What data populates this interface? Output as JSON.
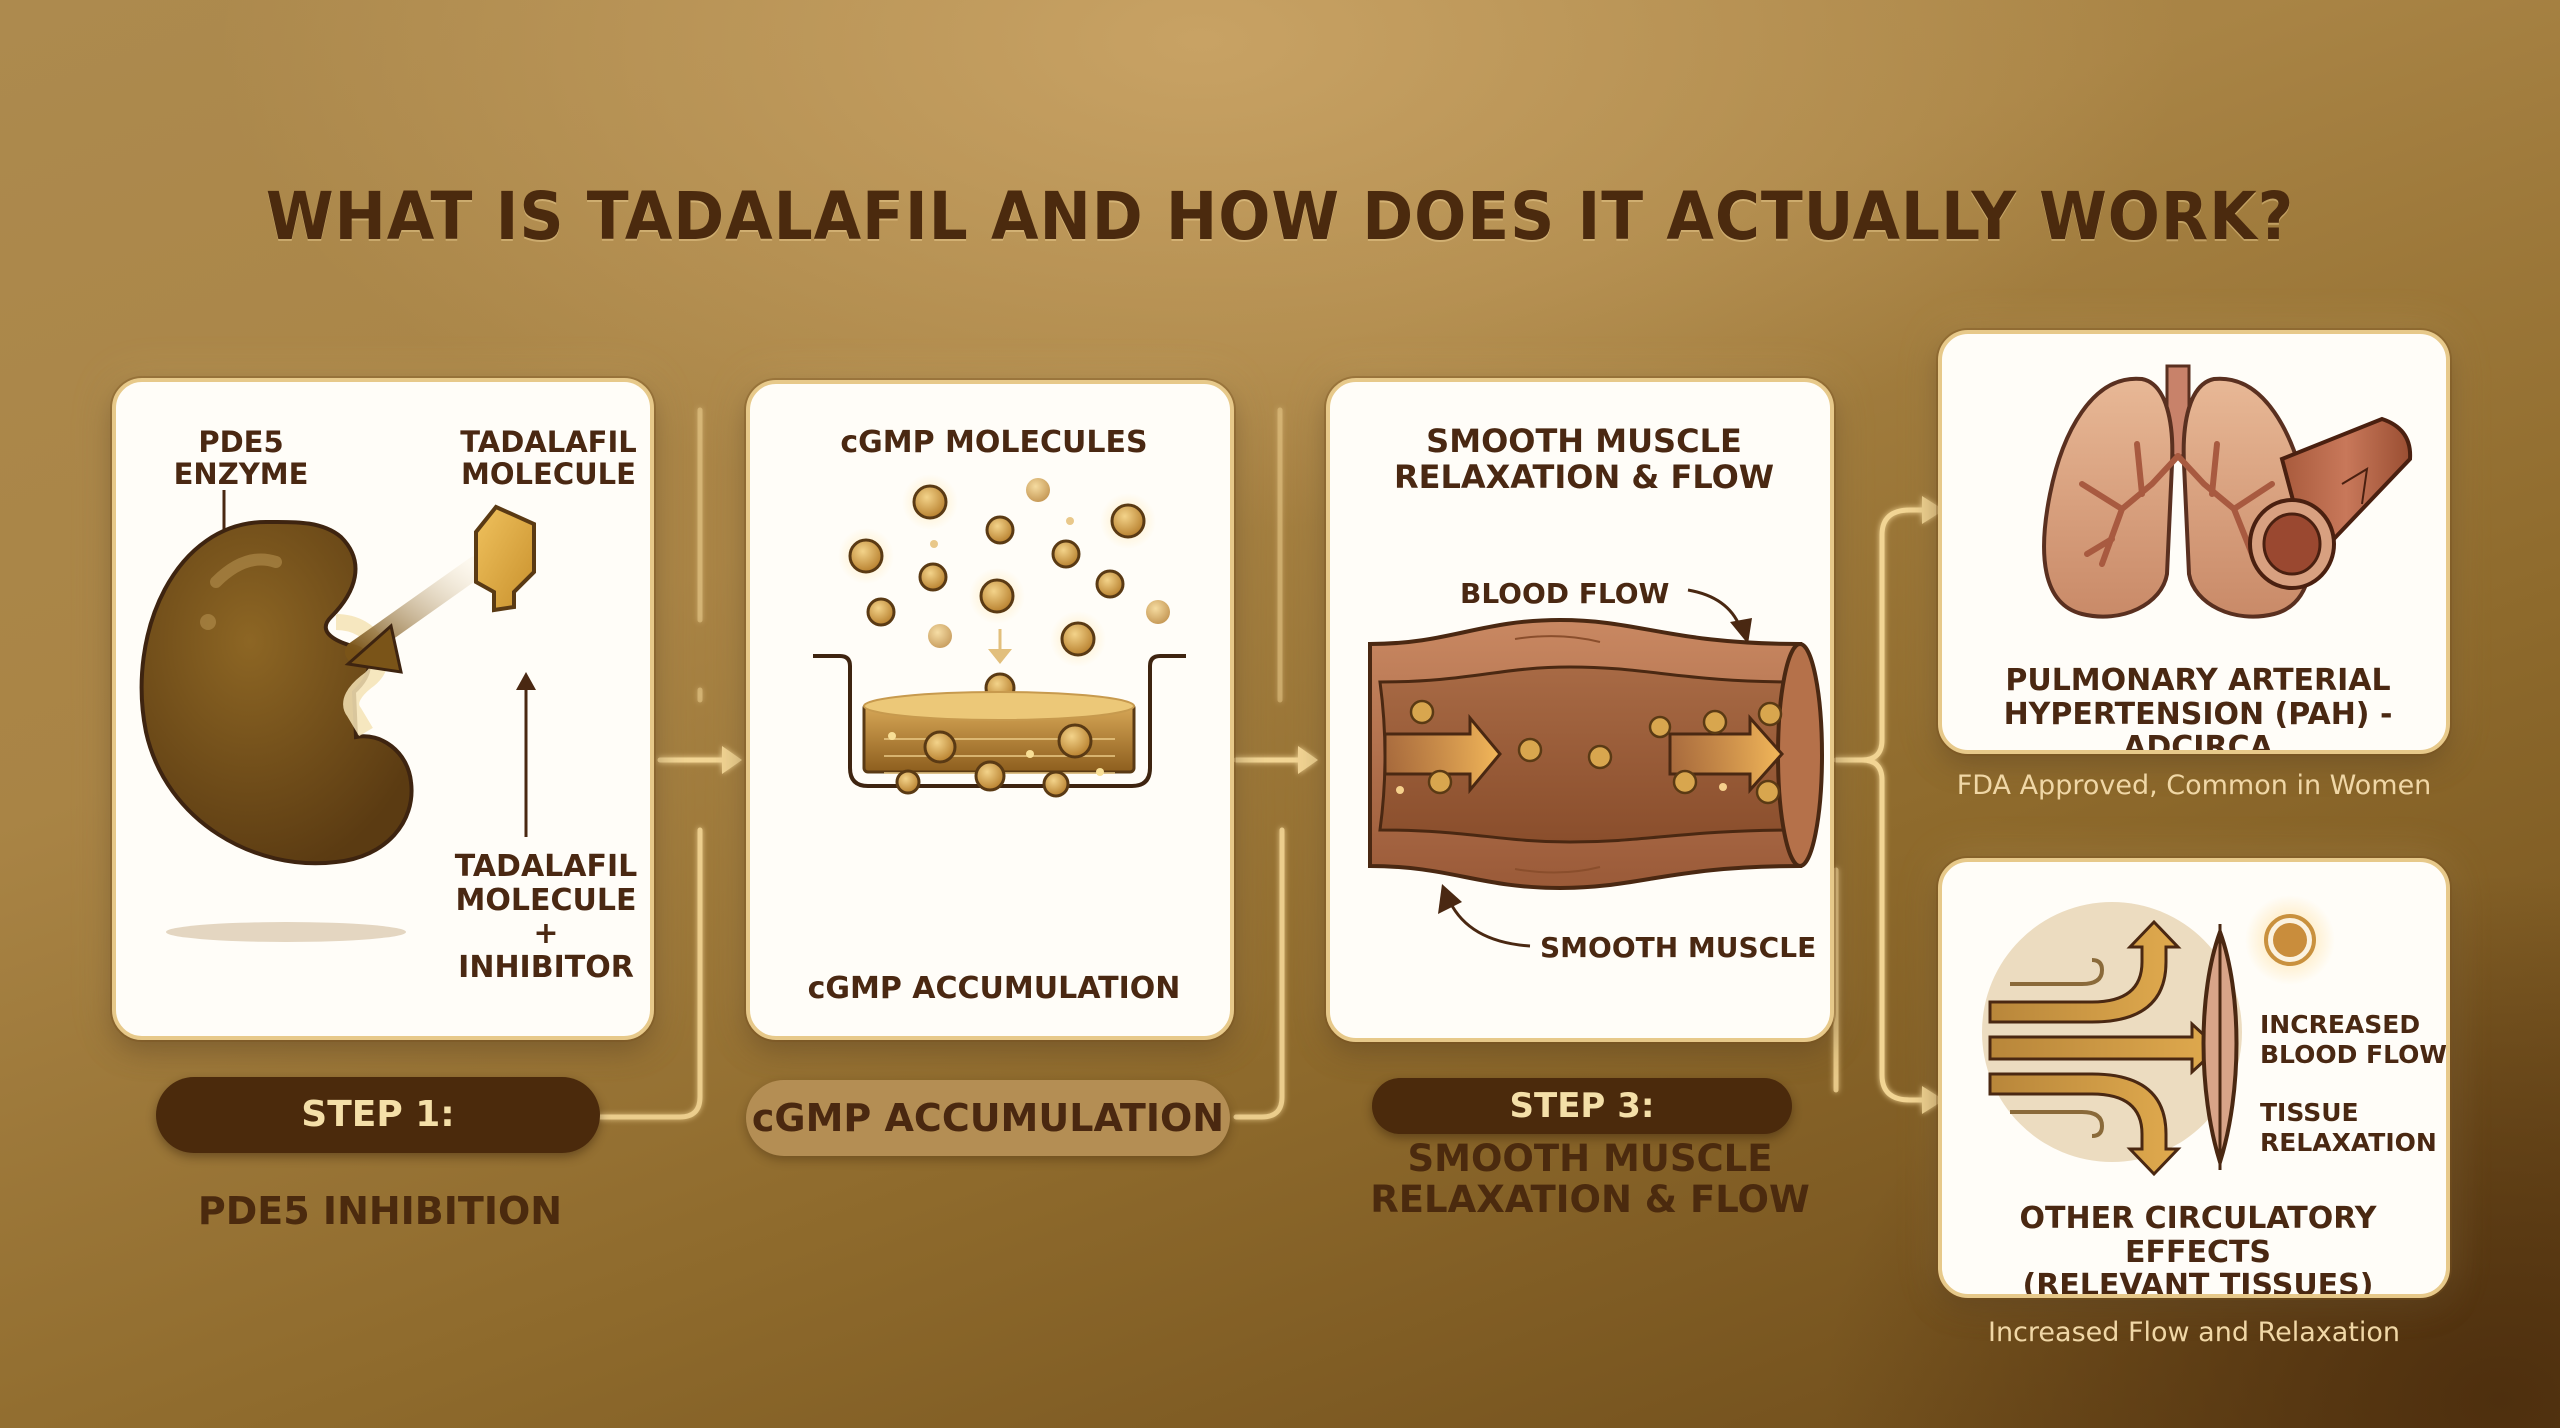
{
  "title": "WHAT IS TADALAFIL AND HOW DOES IT ACTUALLY WORK?",
  "colors": {
    "background_light": "#c8a264",
    "background_dark": "#4e2f0e",
    "text_dark": "#4b2a0e",
    "panel_bg": "#fffdf8",
    "panel_border": "#e7c98a",
    "connector": "#f2d594",
    "pill_dark": "#4b2a0c",
    "pill_light": "#b48e54",
    "subcaption": "#f0d7a6"
  },
  "steps": [
    {
      "id": "step1",
      "panel_labels": {
        "enzyme": [
          "PDE5",
          "ENZYME"
        ],
        "molecule_top": [
          "TADALAFIL",
          "MOLECULE"
        ],
        "molecule_bottom": [
          "TADALAFIL",
          "MOLECULE",
          "+",
          "INHIBITOR"
        ]
      },
      "pill": "STEP 1:",
      "caption": "PDE5 INHIBITION",
      "icons": [
        "pde5-enzyme-icon",
        "tadalafil-molecule-icon"
      ]
    },
    {
      "id": "step2",
      "panel_labels": {
        "top": "cGMP MOLECULES",
        "bottom": "cGMP ACCUMULATION"
      },
      "pill": "cGMP ACCUMULATION",
      "icons": [
        "cgmp-molecules-icon",
        "container-icon"
      ]
    },
    {
      "id": "step3",
      "panel_labels": {
        "title": [
          "SMOOTH MUSCLE",
          "RELAXATION & FLOW"
        ],
        "blood_flow": "BLOOD FLOW",
        "smooth_muscle": "SMOOTH MUSCLE"
      },
      "pill": "STEP 3:",
      "caption": [
        "SMOOTH MUSCLE",
        "RELAXATION & FLOW"
      ],
      "icons": [
        "blood-vessel-icon"
      ]
    }
  ],
  "outcomes": [
    {
      "id": "pah",
      "title": [
        "PULMONARY ARTERIAL",
        "HYPERTENSION (PAH) - ADCIRCA"
      ],
      "subcaption": "FDA Approved, Common in Women",
      "icons": [
        "lungs-icon",
        "artery-icon"
      ]
    },
    {
      "id": "circulatory",
      "labels": {
        "flow": [
          "INCREASED",
          "BLOOD FLOW"
        ],
        "relax": [
          "TISSUE",
          "RELAXATION"
        ]
      },
      "title": [
        "OTHER CIRCULATORY EFFECTS",
        "(RELEVANT TISSUES)"
      ],
      "subcaption": "Increased Flow and Relaxation",
      "icons": [
        "flow-arrows-icon",
        "tissue-icon",
        "glow-dot-icon"
      ]
    }
  ]
}
